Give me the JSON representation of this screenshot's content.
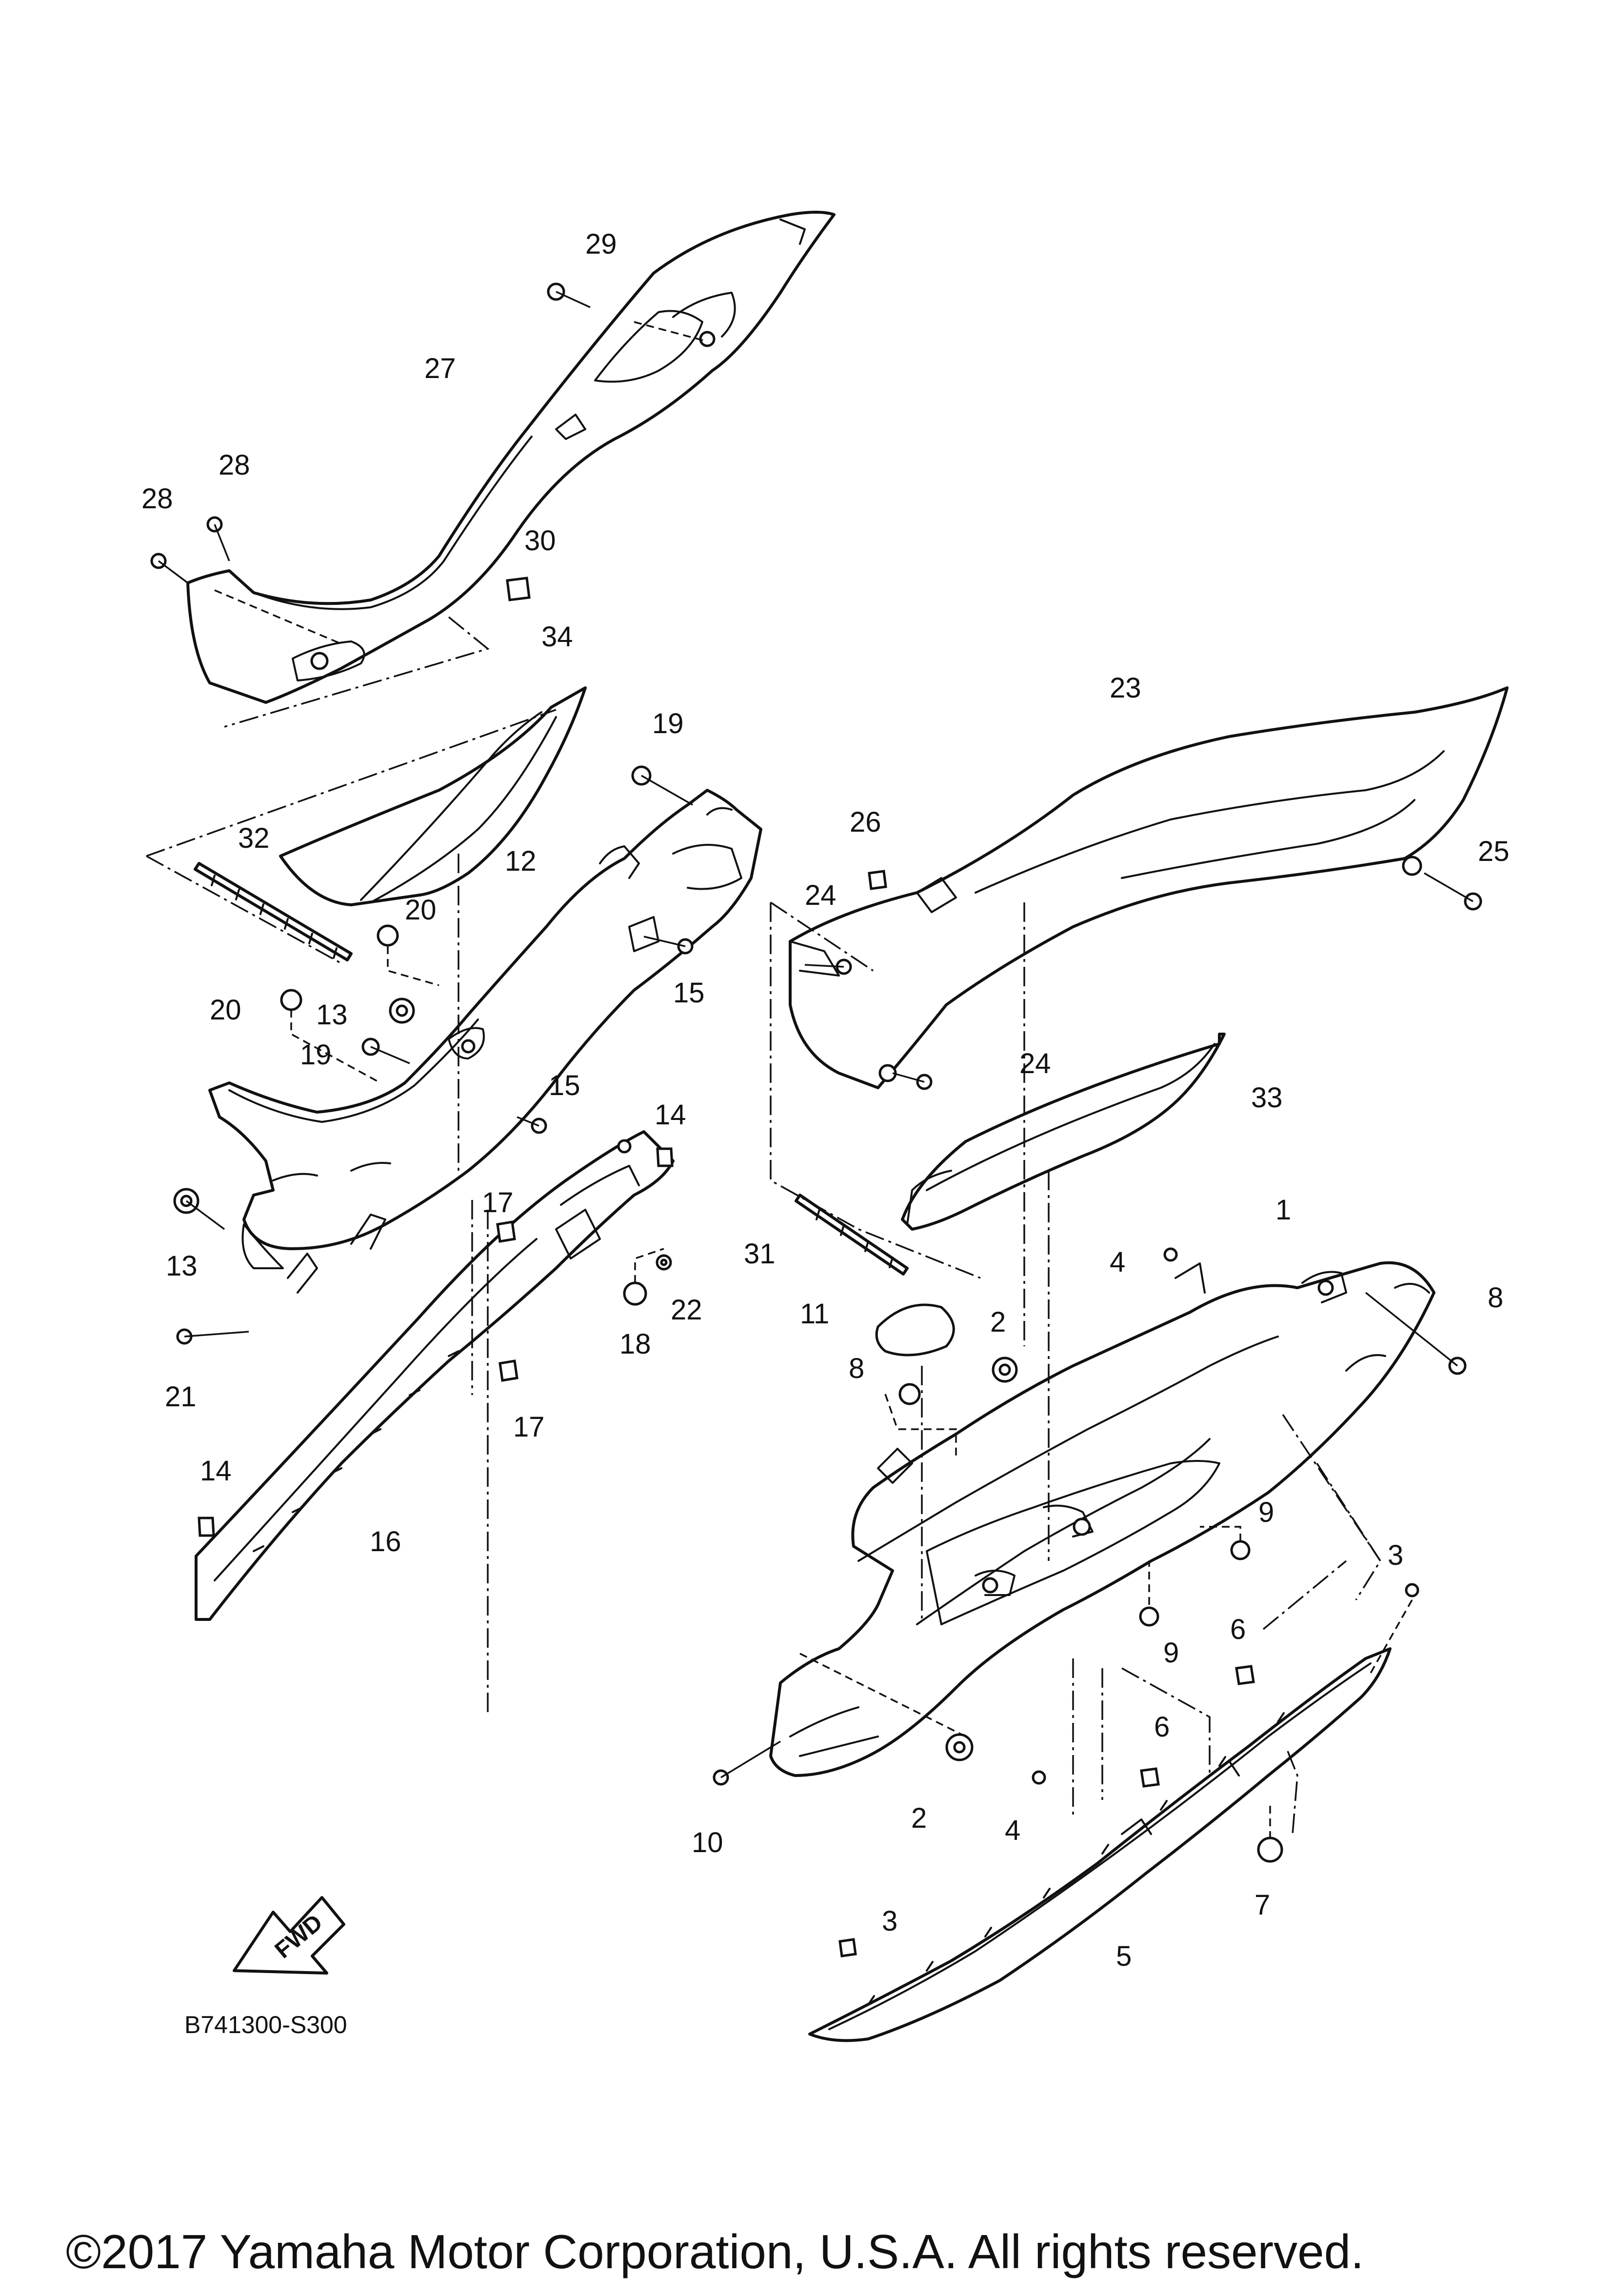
{
  "callouts": {
    "p1": "1",
    "p2a": "2",
    "p2b": "2",
    "p3a": "3",
    "p3b": "3",
    "p4a": "4",
    "p4b": "4",
    "p5": "5",
    "p6a": "6",
    "p6b": "6",
    "p7": "7",
    "p8a": "8",
    "p8b": "8",
    "p9a": "9",
    "p9b": "9",
    "p10": "10",
    "p11": "11",
    "p12": "12",
    "p13a": "13",
    "p13b": "13",
    "p14a": "14",
    "p14b": "14",
    "p15a": "15",
    "p15b": "15",
    "p16": "16",
    "p17a": "17",
    "p17b": "17",
    "p18": "18",
    "p19a": "19",
    "p19b": "19",
    "p20a": "20",
    "p20b": "20",
    "p21": "21",
    "p22": "22",
    "p23": "23",
    "p24a": "24",
    "p24b": "24",
    "p25": "25",
    "p26": "26",
    "p27": "27",
    "p28a": "28",
    "p28b": "28",
    "p29": "29",
    "p30": "30",
    "p31": "31",
    "p32": "32",
    "p33": "33",
    "p34": "34"
  },
  "fwd_arrow": {
    "label": "FWD"
  },
  "diagram_code": "B741300-S300",
  "copyright": "©2017 Yamaha Motor Corporation, U.S.A. All rights reserved."
}
